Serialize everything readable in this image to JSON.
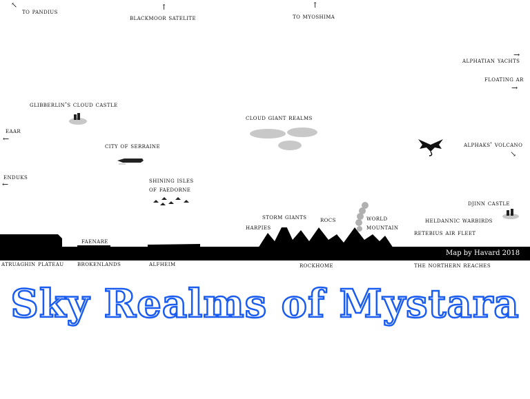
{
  "title": "Sky Realms of Mystara",
  "credit": "Map by Havard 2018",
  "labels": {
    "to_pandius": "TO PANDIUS",
    "blackmoor_satelite": "BLACKMOOR SATELITE",
    "to_myoshima": "TO MYOSHIMA",
    "alphatian_yachts": "ALPHATIAN YACHTS",
    "floating_ar": "FLOATING AR",
    "glibberlin": "GLIBBERLIN'S CLOUD CASTLE",
    "cloud_giant_realms": "CLOUD GIANT REALMS",
    "eaar": "EAAR",
    "city_of_serraine": "CITY OF SERRAINE",
    "alphaks_volcano": "ALPHAKS' VOLCANO",
    "enduks": "ENDUKS",
    "shining_isles_1": "SHINING ISLES",
    "shining_isles_2": "OF FAEDORNE",
    "djinn_castle": "DJINN CASTLE",
    "storm_giants": "STORM GIANTS",
    "harpies": "HARPIES",
    "rocs": "ROCS",
    "world_mountain_1": "WORLD",
    "world_mountain_2": "MOUNTAIN",
    "heldannic_warbirds": "HELDANNIC WARBIRDS",
    "retebius_air_fleet": "RETEBIUS AIR FLEET",
    "faenare": "FAENARE",
    "atruaghin_plateau": "ATRUAGHIN PLATEAU",
    "brokenlands": "BROKENLANDS",
    "alfheim": "ALFHEIM",
    "rockhome": "ROCKHOME",
    "northern_reaches": "THE NORTHERN REACHES"
  },
  "colors": {
    "title_outline": "#1a5cf0",
    "ground": "#000000",
    "cloud": "#c8c8c8",
    "smoke": "#b0b0b0"
  },
  "icons": [
    "arrow-up-left-icon",
    "arrow-up-icon",
    "arrow-right-icon",
    "arrow-left-icon",
    "arrow-down-right-icon",
    "dragon-icon",
    "castle-icon",
    "airship-icon"
  ]
}
